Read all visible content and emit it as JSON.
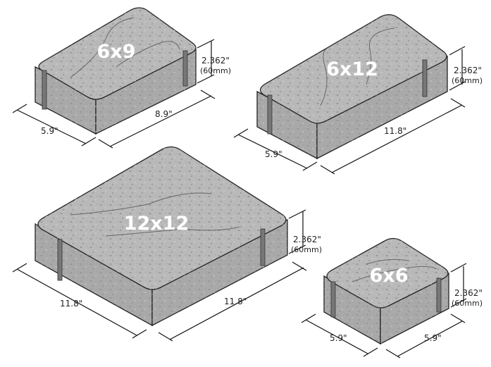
{
  "pavers": [
    {
      "label": "6x9",
      "height": "2.362\"",
      "height_mm": "(60mm)",
      "width": "5.9\"",
      "length": "8.9\""
    },
    {
      "label": "6x12",
      "height": "2.362\"",
      "height_mm": "(60mm)",
      "width": "5.9\"",
      "length": "11.8\""
    },
    {
      "label": "12x12",
      "height": "2.362\"",
      "height_mm": "(60mm)",
      "width": "11.8\"",
      "length": "11.8\""
    },
    {
      "label": "6x6",
      "height": "2.362\"",
      "height_mm": "(60mm)",
      "width": "5.9\"",
      "length": "5.9\""
    }
  ],
  "colors": {
    "top_face": "#b9b9b9",
    "side_face": "#a9a9a9",
    "label_text": "#ffffff"
  }
}
